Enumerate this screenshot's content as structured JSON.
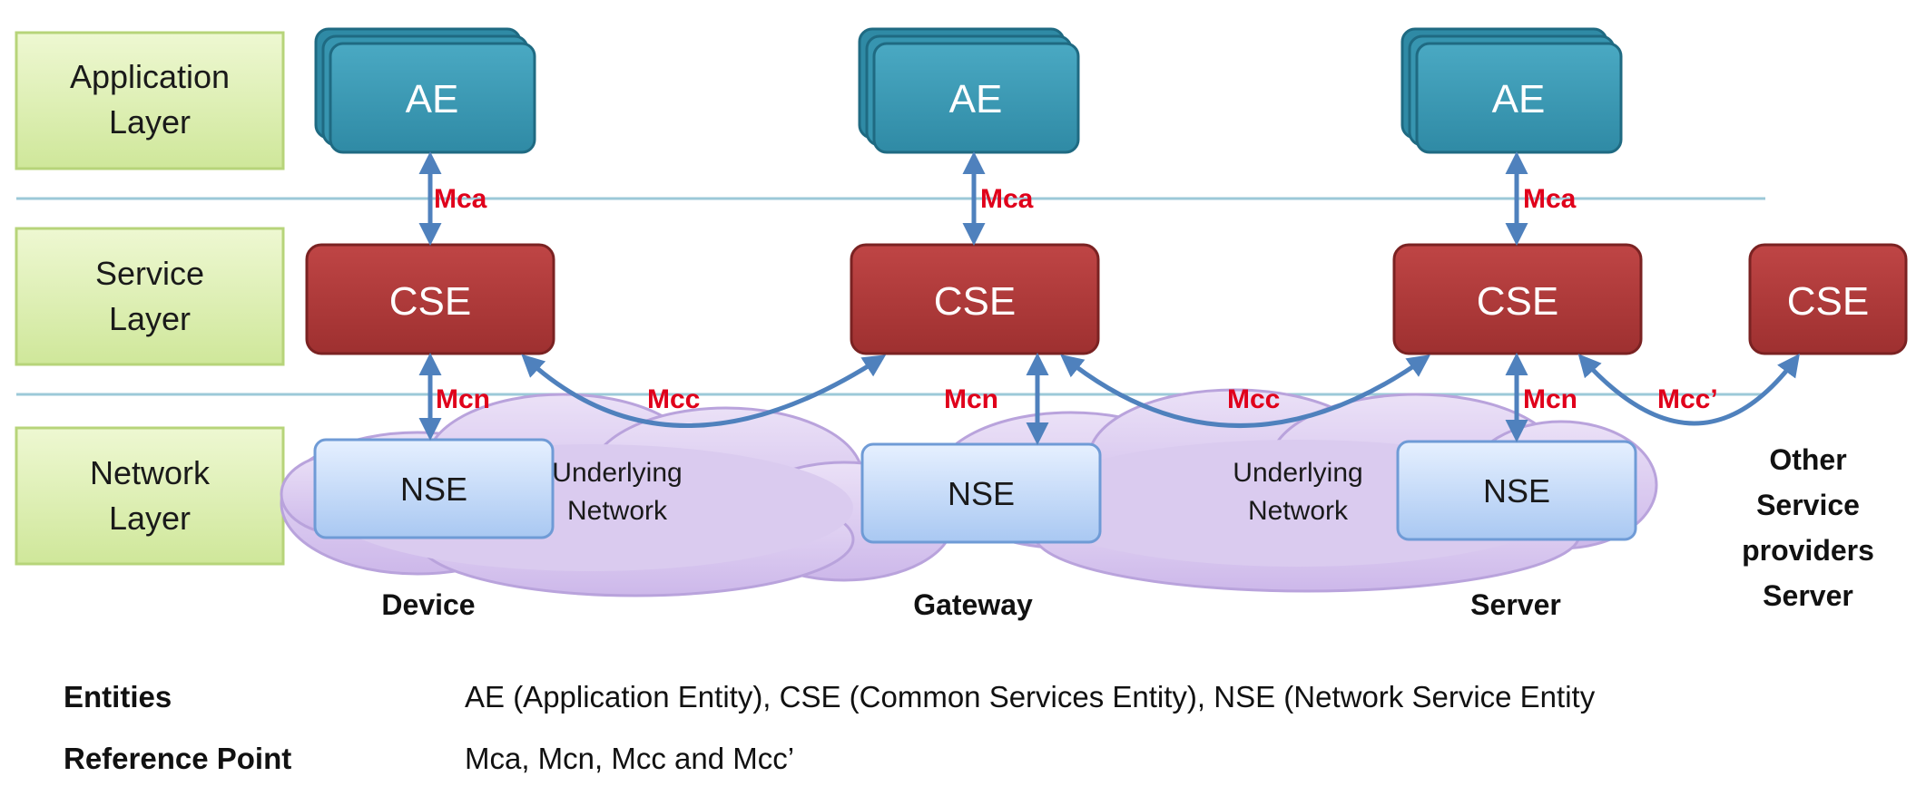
{
  "layers": {
    "application": [
      "Application",
      "Layer"
    ],
    "service": [
      "Service",
      "Layer"
    ],
    "network": [
      "Network",
      "Layer"
    ]
  },
  "entities": {
    "ae": "AE",
    "cse": "CSE",
    "nse": "NSE"
  },
  "network_label": [
    "Underlying",
    "Network"
  ],
  "reference_points": {
    "mca": "Mca",
    "mcn": "Mcn",
    "mcc": "Mcc",
    "mcc_prime": "Mcc’"
  },
  "nodes": {
    "device": "Device",
    "gateway": "Gateway",
    "server": "Server",
    "other": [
      "Other",
      "Service",
      "providers",
      "Server"
    ]
  },
  "legend": {
    "entities_key": "Entities",
    "entities_value": "AE (Application Entity), CSE (Common Services Entity), NSE (Network Service Entity",
    "reference_key": "Reference Point",
    "reference_value": "Mca, Mcn, Mcc and Mcc’"
  },
  "colors": {
    "ae_fill": "#3d9bb5",
    "cse_fill": "#b03a3a",
    "nse_fill": "#cfe2fb",
    "layer_fill": "#ddf0b0",
    "cloud_fill": "#dccdf0",
    "arrow": "#4f81bd",
    "ref_text": "#e0001b"
  }
}
